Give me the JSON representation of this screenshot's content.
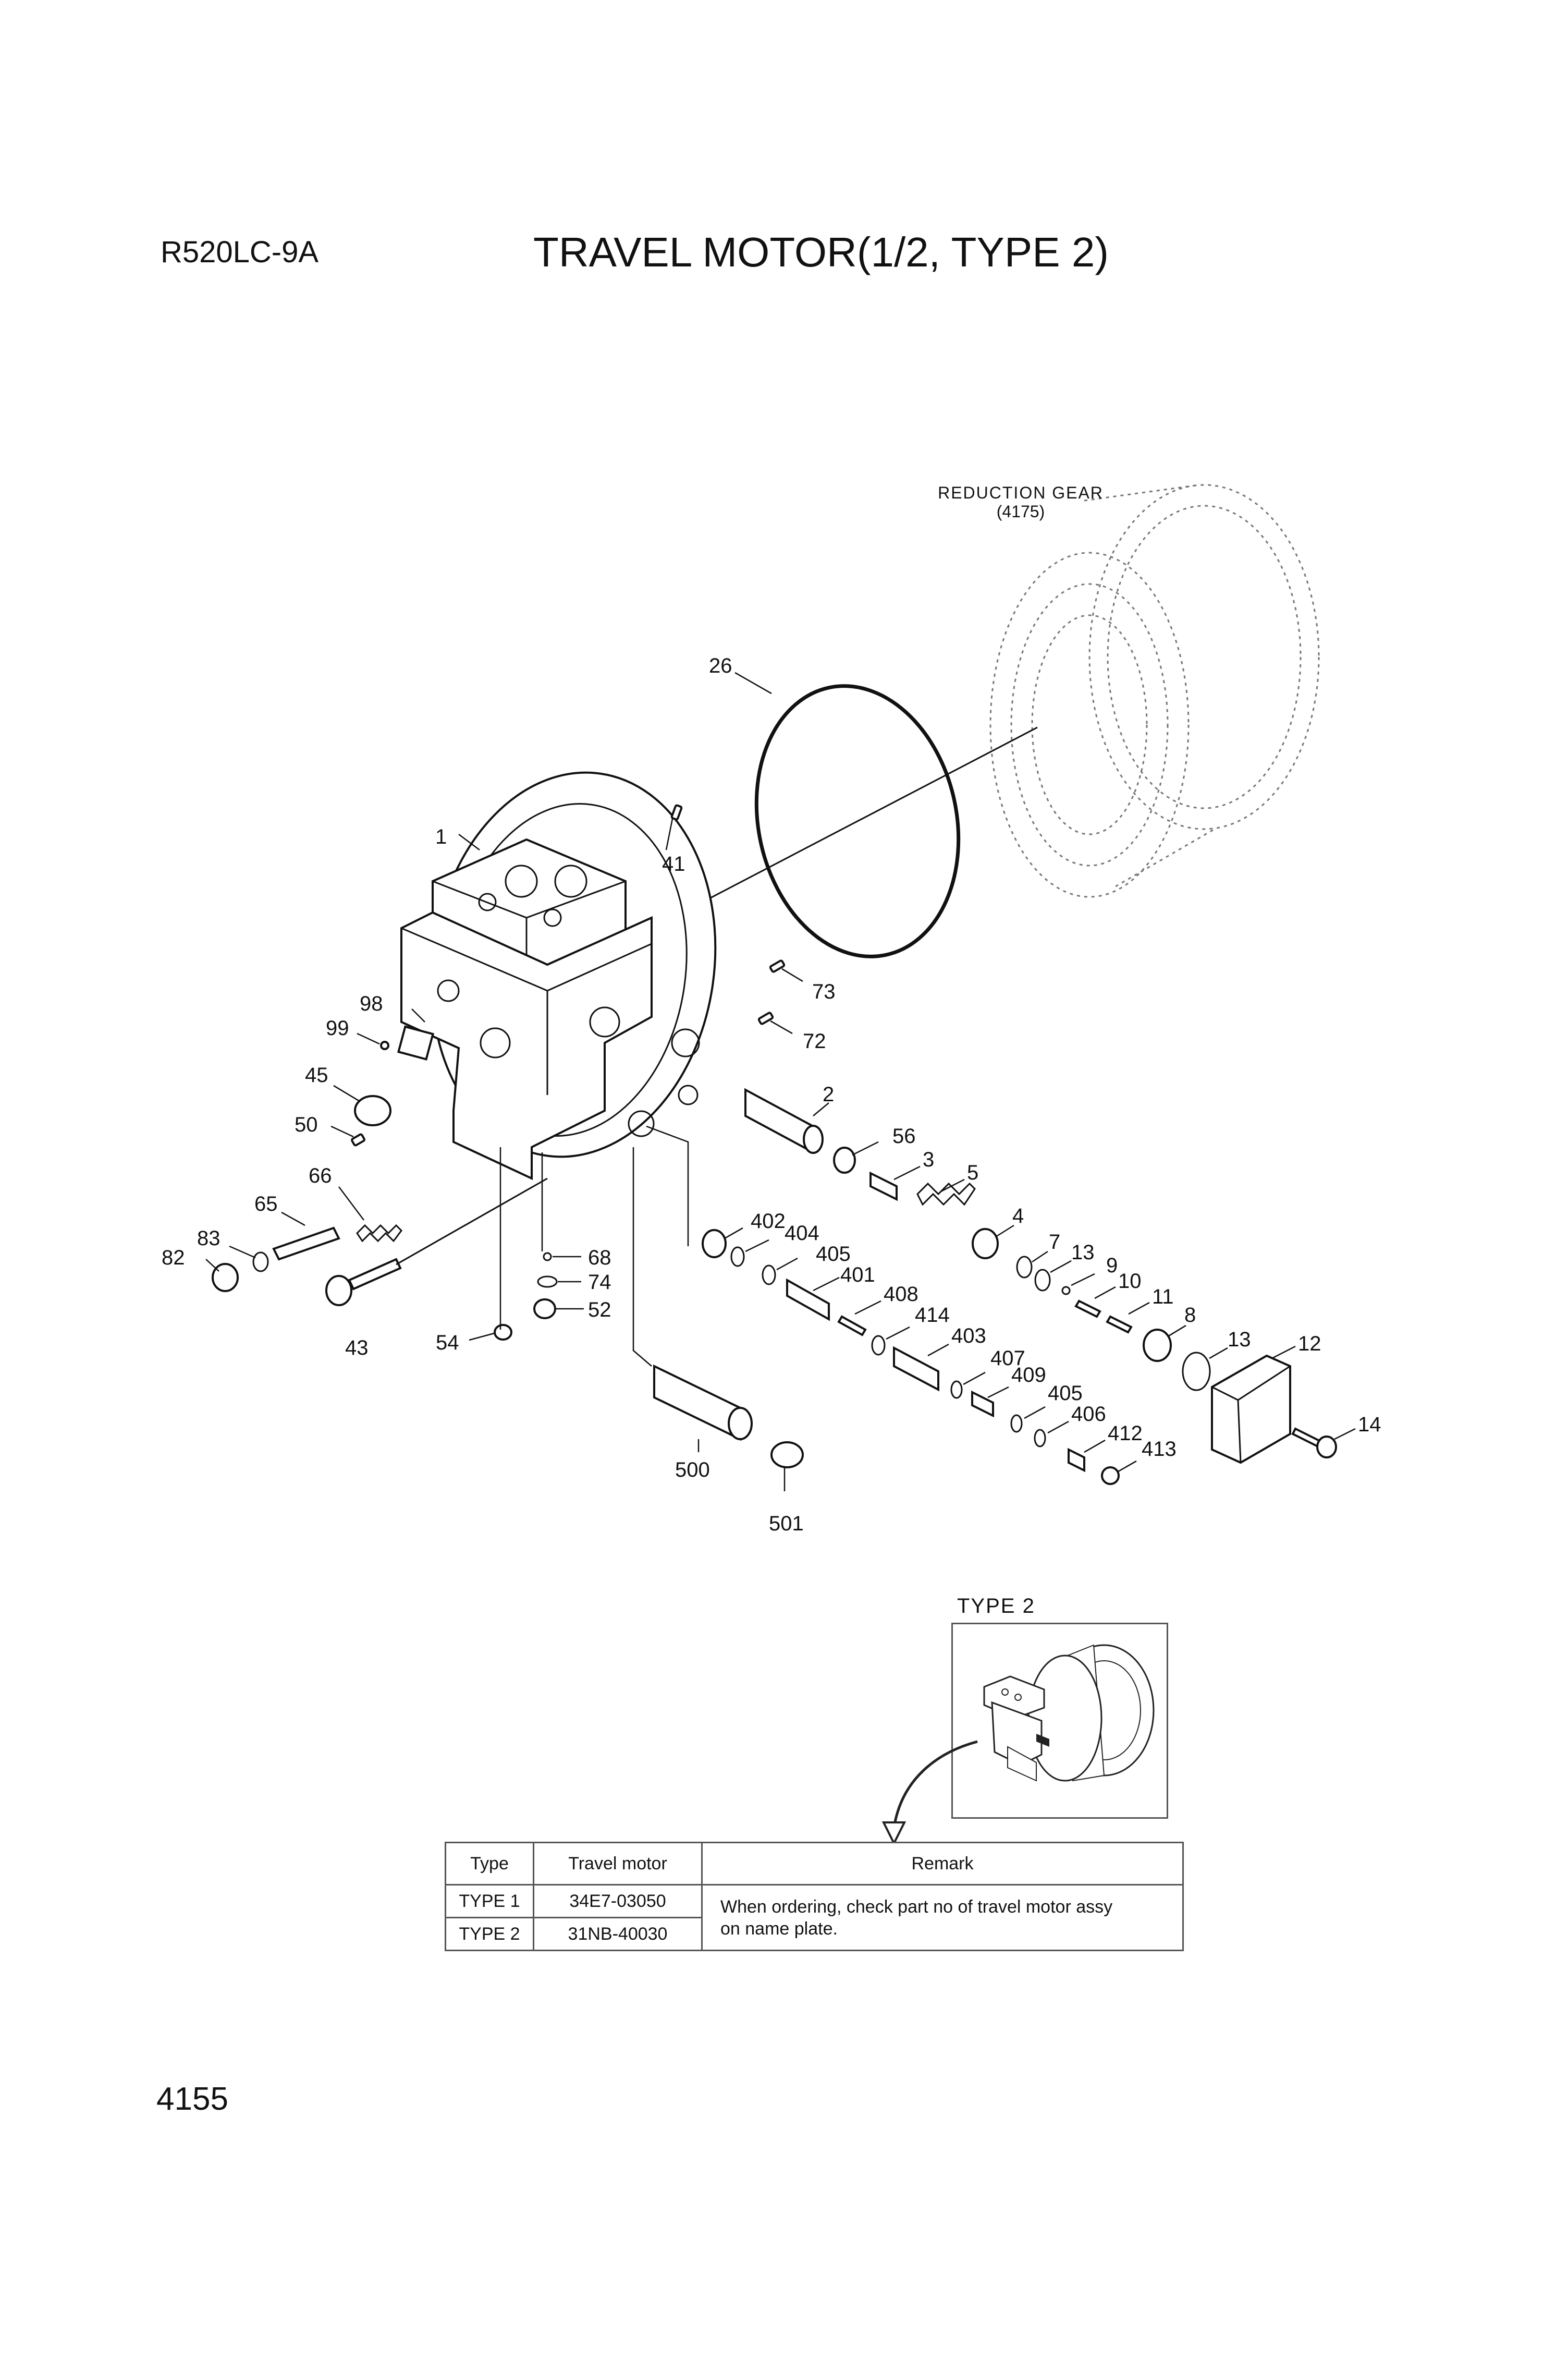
{
  "header": {
    "model": "R520LC-9A",
    "title": "TRAVEL MOTOR(1/2, TYPE 2)"
  },
  "reduction_gear": {
    "label": "REDUCTION GEAR",
    "ref": "(4175)"
  },
  "part_labels": {
    "p1": "1",
    "p2": "2",
    "p3": "3",
    "p4": "4",
    "p5": "5",
    "p7": "7",
    "p8": "8",
    "p9": "9",
    "p10": "10",
    "p11": "11",
    "p12": "12",
    "p13a": "13",
    "p13b": "13",
    "p14": "14",
    "p26": "26",
    "p41": "41",
    "p43": "43",
    "p45": "45",
    "p50": "50",
    "p52": "52",
    "p54": "54",
    "p56": "56",
    "p65": "65",
    "p66": "66",
    "p68": "68",
    "p72": "72",
    "p73": "73",
    "p74": "74",
    "p82": "82",
    "p83": "83",
    "p98": "98",
    "p99": "99",
    "p401": "401",
    "p402": "402",
    "p403": "403",
    "p404": "404",
    "p405a": "405",
    "p405b": "405",
    "p406": "406",
    "p407": "407",
    "p408": "408",
    "p409": "409",
    "p412": "412",
    "p413": "413",
    "p414": "414",
    "p500": "500",
    "p501": "501"
  },
  "type2_inset": {
    "caption": "TYPE 2"
  },
  "spec_table": {
    "headers": [
      "Type",
      "Travel motor",
      "Remark"
    ],
    "rows": [
      {
        "type": "TYPE 1",
        "motor": "34E7-03050"
      },
      {
        "type": "TYPE 2",
        "motor": "31NB-40030"
      }
    ],
    "remark_line1": "When ordering, check part no of travel motor assy",
    "remark_line2": "on name plate."
  },
  "footer": {
    "page_number": "4155"
  }
}
